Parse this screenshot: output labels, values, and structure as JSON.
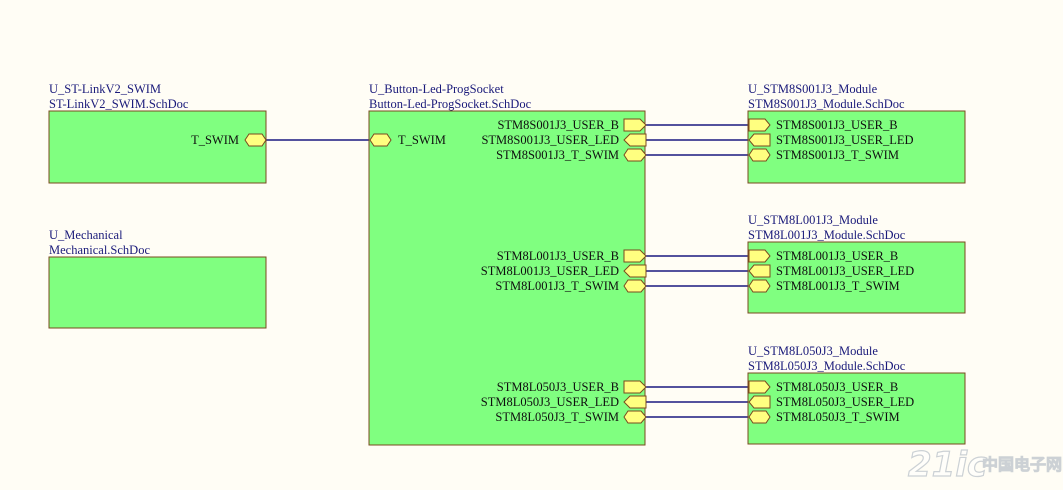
{
  "sheets": {
    "stlink": {
      "designator": "U_ST-LinkV2_SWIM",
      "file": "ST-LinkV2_SWIM.SchDoc",
      "ports": [
        "T_SWIM"
      ]
    },
    "mechanical": {
      "designator": "U_Mechanical",
      "file": "Mechanical.SchDoc"
    },
    "button": {
      "designator": "U_Button-Led-ProgSocket",
      "file": "Button-Led-ProgSocket.SchDoc",
      "left_ports": [
        "T_SWIM"
      ],
      "right_ports": [
        "STM8S001J3_USER_B",
        "STM8S001J3_USER_LED",
        "STM8S001J3_T_SWIM",
        "STM8L001J3_USER_B",
        "STM8L001J3_USER_LED",
        "STM8L001J3_T_SWIM",
        "STM8L050J3_USER_B",
        "STM8L050J3_USER_LED",
        "STM8L050J3_T_SWIM"
      ]
    },
    "stm8s001": {
      "designator": "U_STM8S001J3_Module",
      "file": "STM8S001J3_Module.SchDoc",
      "ports": [
        "STM8S001J3_USER_B",
        "STM8S001J3_USER_LED",
        "STM8S001J3_T_SWIM"
      ]
    },
    "stm8l001": {
      "designator": "U_STM8L001J3_Module",
      "file": "STM8L001J3_Module.SchDoc",
      "ports": [
        "STM8L001J3_USER_B",
        "STM8L001J3_USER_LED",
        "STM8L001J3_T_SWIM"
      ]
    },
    "stm8l050": {
      "designator": "U_STM8L050J3_Module",
      "file": "STM8L050J3_Module.SchDoc",
      "ports": [
        "STM8L050J3_USER_B",
        "STM8L050J3_USER_LED",
        "STM8L050J3_T_SWIM"
      ]
    }
  },
  "watermark": {
    "logo": "21ic",
    "text": "中国电子网"
  },
  "colors": {
    "sheet_fill": "#80ff80",
    "sheet_border": "#7a4a1e",
    "wire": "#1a1a80",
    "port_fill": "#ffff80",
    "label": "#1a1a7a"
  }
}
